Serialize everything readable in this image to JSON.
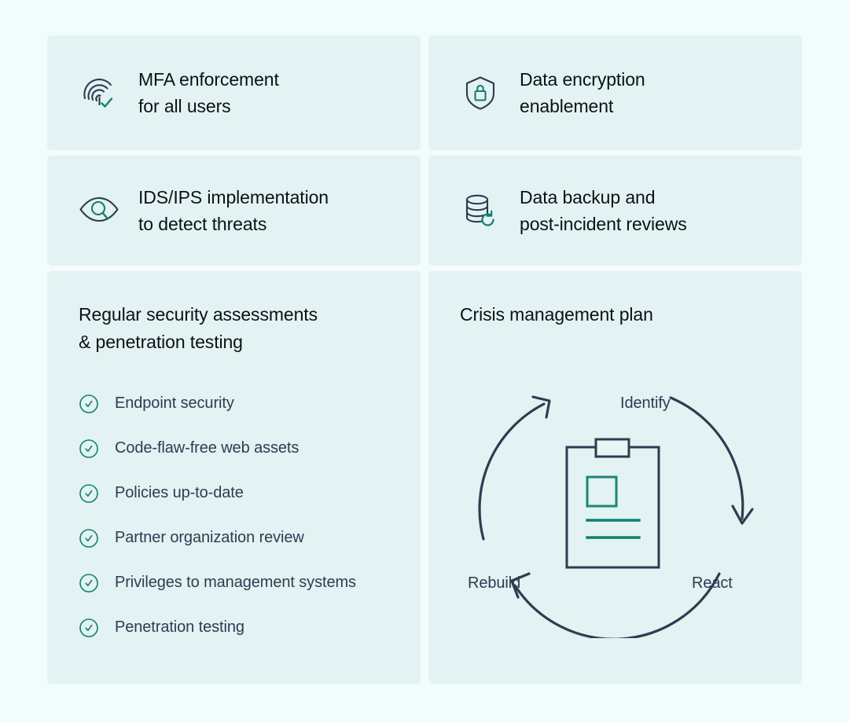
{
  "theme": {
    "page_background": "#f1fcfb",
    "card_background": "#e3f2f2",
    "heading_color": "#0c1116",
    "body_color": "#2f3b52",
    "accent_teal": "#11806f",
    "navy": "#2f3b52"
  },
  "cards": [
    {
      "id": "mfa",
      "icon": "fingerprint-check-icon",
      "title": "MFA enforcement\nfor all users"
    },
    {
      "id": "encryption",
      "icon": "shield-lock-icon",
      "title": "Data encryption\nenablement"
    },
    {
      "id": "ids-ips",
      "icon": "eye-search-icon",
      "title": "IDS/IPS implementation\nto detect threats"
    },
    {
      "id": "backup",
      "icon": "database-refresh-icon",
      "title": "Data backup and\npost-incident reviews"
    }
  ],
  "assessments_panel": {
    "title": "Regular security assessments\n& penetration testing",
    "items": [
      "Endpoint security",
      "Code-flaw-free web assets",
      "Policies up-to-date",
      "Partner organization review",
      "Privileges to management systems",
      "Penetration testing"
    ]
  },
  "crisis_panel": {
    "title": "Crisis management plan",
    "center_icon": "clipboard-icon",
    "cycle_labels": [
      "Identify",
      "React",
      "Rebuild"
    ]
  }
}
